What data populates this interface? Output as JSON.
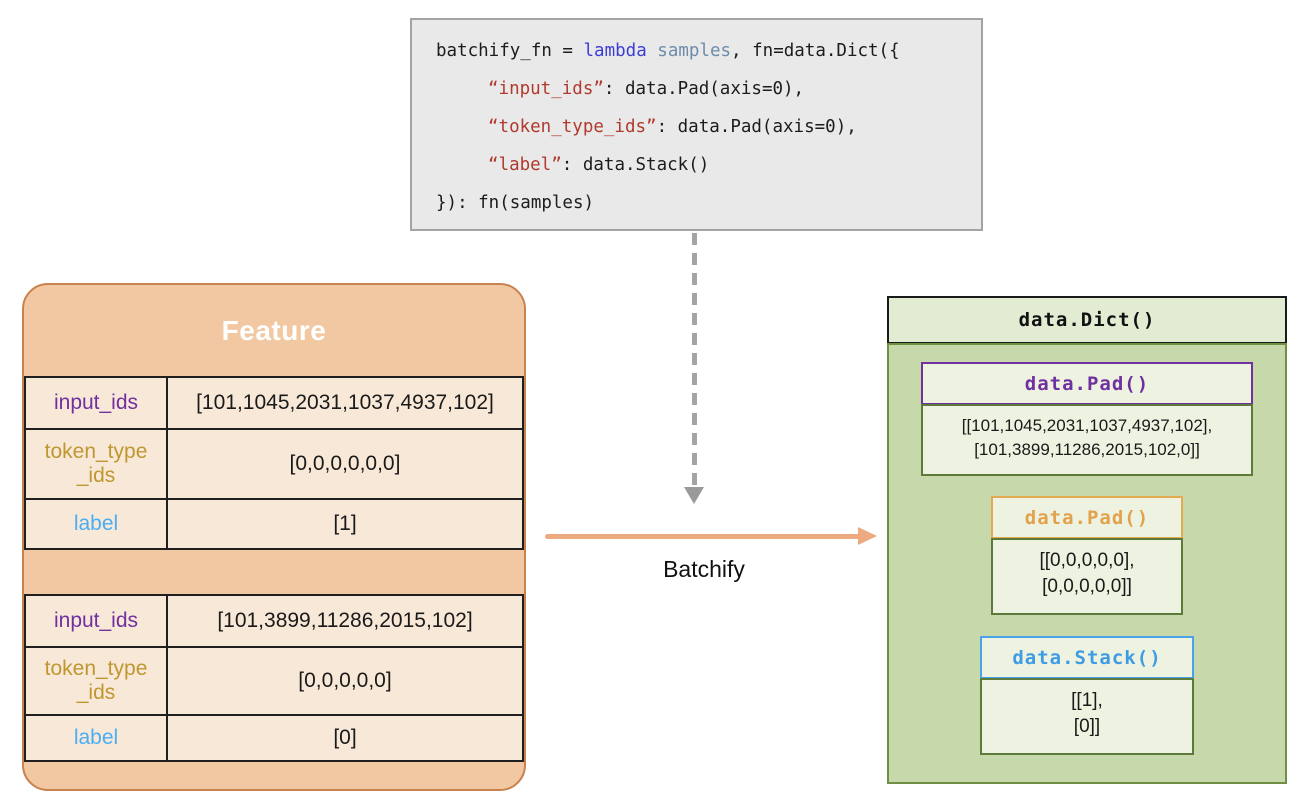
{
  "colors": {
    "accent_purple": "#7030a0",
    "accent_gold": "#bf9730",
    "accent_blue": "#47aaf0",
    "inner_pad2_border": "#e3aa52",
    "inner_pad2_text": "#e2a24c",
    "inner_stack_border": "#4aa3e8",
    "inner_stack_text": "#3e9ce5",
    "code_keyword": "#3c3cd9",
    "code_argument": "#6e8caa",
    "code_string": "#b03a2e",
    "arrow_orange": "#edaa80",
    "feature_fill": "#f2c8a2",
    "feature_border": "#c8824f",
    "cell_fill": "#f8e8d8",
    "dict_body_fill": "#c7d8aa",
    "dict_border": "#6e8f44",
    "inner_fill": "#edf2e1"
  },
  "code_block": {
    "line1": {
      "lhs": "batchify_fn = ",
      "keyword": "lambda",
      "mid": " ",
      "argument": "samples",
      "rhs": ", fn=data.Dict({"
    },
    "line2": {
      "string": "“input_ids”",
      "rest": ": data.Pad(axis=0),"
    },
    "line3": {
      "string": "“token_type_ids”",
      "rest": ": data.Pad(axis=0),"
    },
    "line4": {
      "string": "“label”",
      "rest": ": data.Stack()"
    },
    "line5": {
      "text": "}): fn(samples)"
    }
  },
  "feature_card": {
    "title": "Feature",
    "sample1": {
      "rows": [
        {
          "key": "input_ids",
          "value": "[101,1045,2031,1037,4937,102]"
        },
        {
          "key": "token_type\n_ids",
          "value": "[0,0,0,0,0,0]"
        },
        {
          "key": "label",
          "value": "[1]"
        }
      ]
    },
    "sample2": {
      "rows": [
        {
          "key": "input_ids",
          "value": "[101,3899,11286,2015,102]"
        },
        {
          "key": "token_type\n_ids",
          "value": "[0,0,0,0,0]"
        },
        {
          "key": "label",
          "value": "[0]"
        }
      ]
    }
  },
  "batchify_arrow": {
    "label": "Batchify"
  },
  "dict_card": {
    "title": "data.Dict()",
    "pad1": {
      "title": "data.Pad()",
      "value": "[[101,1045,2031,1037,4937,102],\n[101,3899,11286,2015,102,0]]"
    },
    "pad2": {
      "title": "data.Pad()",
      "value": "[[0,0,0,0,0],\n[0,0,0,0,0]]"
    },
    "stack": {
      "title": "data.Stack()",
      "value": "[[1],\n[0]]"
    }
  }
}
